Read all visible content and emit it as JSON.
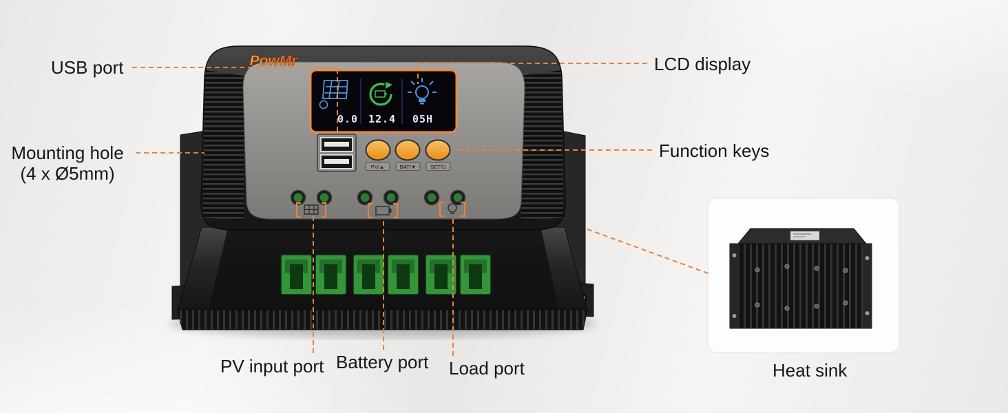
{
  "callouts": {
    "usb_port": "USB port",
    "lcd_display": "LCD display",
    "mounting_hole": [
      "Mounting hole",
      "(4 x Ø5mm)"
    ],
    "function_keys": "Function keys",
    "pv_input_port": "PV input port",
    "battery_port": "Battery port",
    "load_port": "Load port",
    "heat_sink": "Heat sink"
  },
  "device": {
    "brand": "PowMr",
    "lcd": {
      "pv_value": "0.0",
      "battery_value": "12.4",
      "load_value": "05H"
    },
    "keys": [
      {
        "label": "PV/▲"
      },
      {
        "label": "BAT/▼"
      },
      {
        "label": "SET/⏻"
      }
    ]
  },
  "colors": {
    "accent_orange": "#e8823c",
    "key_orange": "#f0a12b",
    "terminal_green": "#34953a",
    "lcd_blue": "#4f96e0",
    "lcd_green": "#39c14e"
  }
}
